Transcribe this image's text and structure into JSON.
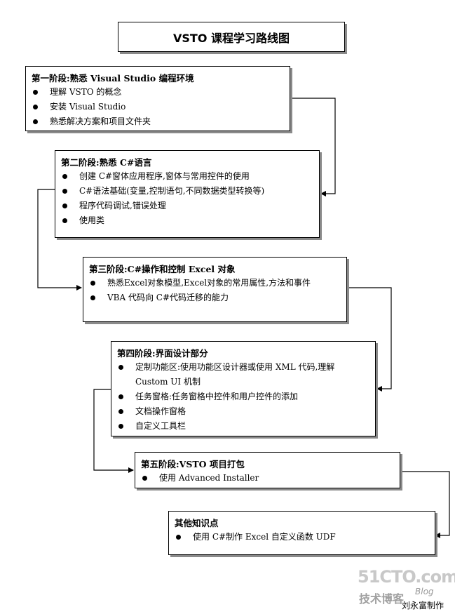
{
  "title": "VSTO 课程学习路线图",
  "stages": [
    {
      "title": "第一阶段:熟悉 Visual Studio 编程环境",
      "items": [
        "理解 VSTO 的概念",
        "安装 Visual Studio",
        "熟悉解决方案和项目文件夹"
      ]
    },
    {
      "title": "第二阶段:熟悉 C#语言",
      "items": [
        "创建 C#窗体应用程序,窗体与常用控件的使用",
        "C#语法基础(变量,控制语句,不同数据类型转换等)",
        "程序代码调试,错误处理",
        "使用类"
      ]
    },
    {
      "title": "第三阶段:C#操作和控制 Excel 对象",
      "items": [
        "熟悉Excel对象模型,Excel对象的常用属性,方法和事件",
        "VBA 代码向 C#代码迁移的能力"
      ]
    },
    {
      "title": "第四阶段:界面设计部分",
      "items": [
        "定制功能区:使用功能区设计器或使用  XML 代码,理解",
        "任务窗格:任务窗格中控件和用户控件的添加",
        "文档操作窗格",
        "自定义工具栏"
      ],
      "first_item_continuation": "Custom UI 机制"
    },
    {
      "title": "第五阶段:VSTO 项目打包",
      "items": [
        "使用 Advanced Installer"
      ]
    },
    {
      "title": "其他知识点",
      "items": [
        "使用 C#制作 Excel 自定义函数 UDF"
      ]
    }
  ],
  "watermark": {
    "site": "51CTO.com",
    "sub": "技术博客",
    "blog": "Blog"
  },
  "author": "刘永富制作"
}
